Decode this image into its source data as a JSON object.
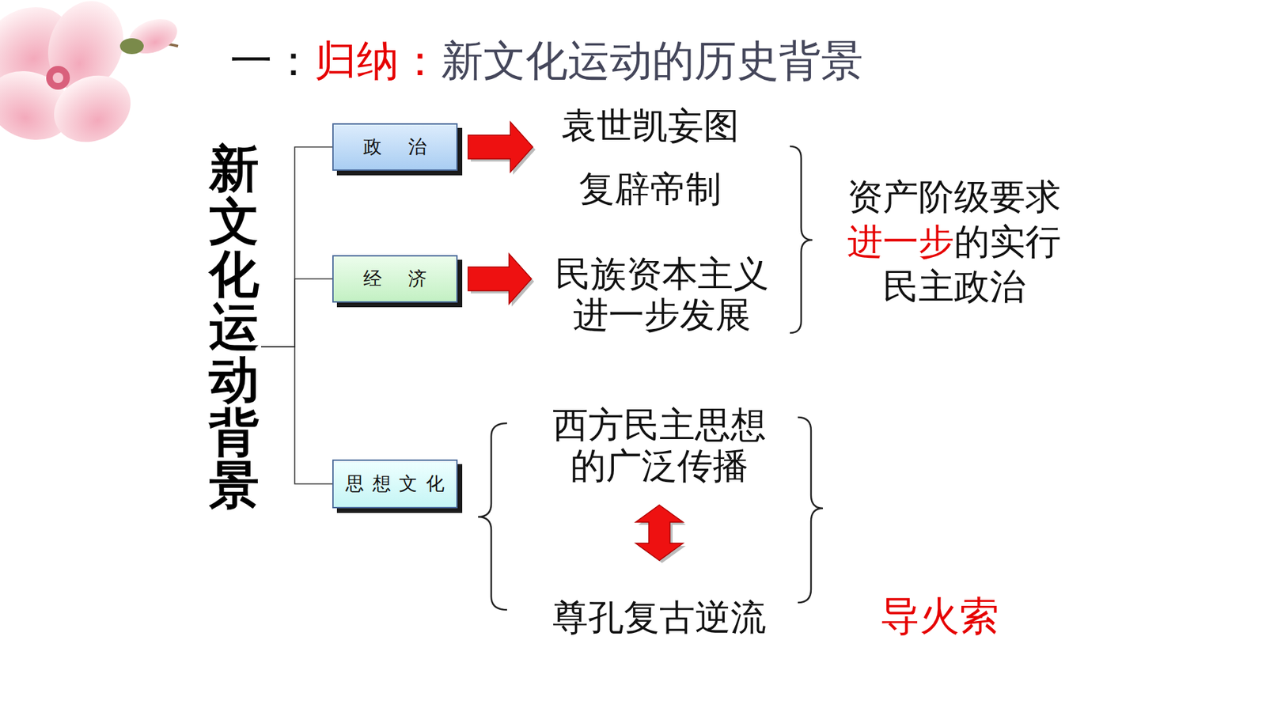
{
  "diagram": {
    "title": "新文化运动的历史背景",
    "nodes": [
      {
        "text": [
          "新文化运动背景"
        ]
      },
      {
        "text": [
          "政治"
        ]
      },
      {
        "text": [
          "经济"
        ]
      },
      {
        "text": [
          "思想文化"
        ]
      },
      {
        "text": [
          "袁世凯妄图",
          "复辟帝制"
        ]
      },
      {
        "text": [
          "民族资本主义 进一步发展"
        ]
      },
      {
        "text": [
          "西方民主思想 的广泛传播"
        ]
      },
      {
        "text": [
          "尊孔复古逆流"
        ]
      }
    ],
    "edges": [
      {
        "from": 0,
        "to": 1,
        "arrow": "none"
      },
      {
        "from": 0,
        "to": 2,
        "arrow": "none"
      },
      {
        "from": 0,
        "to": 3,
        "arrow": "none"
      },
      {
        "from": 1,
        "to": 4,
        "arrow": "to"
      },
      {
        "from": 2,
        "to": 5,
        "arrow": "to"
      },
      {
        "from": 6,
        "to": 7,
        "arrow": "both"
      }
    ],
    "labels": [
      "一：",
      "归纳：",
      "资产阶级要求",
      "进一步",
      "的实行",
      "民主政治",
      "导火索"
    ]
  }
}
